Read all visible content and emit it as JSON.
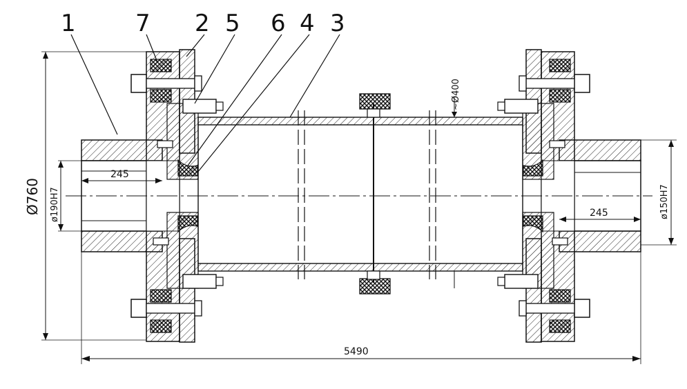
{
  "callouts": [
    "1",
    "7",
    "2",
    "5",
    "6",
    "4",
    "3"
  ],
  "dimensions": {
    "overall_length": "5490",
    "outer_diameter": "Ø760",
    "tube_diameter": "~Ø400",
    "bore_left": "ø190H7",
    "bore_right": "ø150H7",
    "hub_length_left": "245",
    "hub_length_right": "245"
  },
  "colors": {
    "line": "#111111",
    "hatch": "#222222",
    "background": "#ffffff"
  }
}
